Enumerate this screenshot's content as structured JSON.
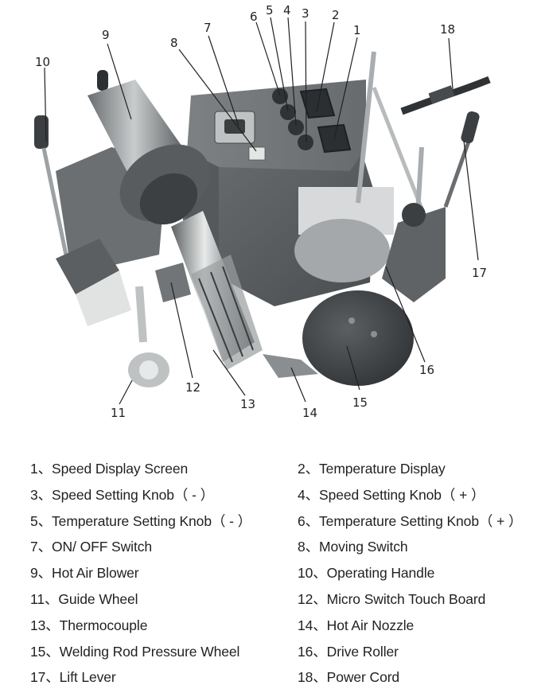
{
  "figure": {
    "subject": "Hot air plastic welding machine",
    "callouts": [
      "1",
      "2",
      "3",
      "4",
      "5",
      "6",
      "7",
      "8",
      "9",
      "10",
      "11",
      "12",
      "13",
      "14",
      "15",
      "16",
      "17",
      "18"
    ]
  },
  "legend": {
    "separator": "、",
    "items": [
      {
        "number": "1",
        "label": "Speed Display Screen"
      },
      {
        "number": "2",
        "label": "Temperature Display"
      },
      {
        "number": "3",
        "label": "Speed Setting Knob（ - ）"
      },
      {
        "number": "4",
        "label": "Speed Setting Knob（ + ）"
      },
      {
        "number": "5",
        "label": "Temperature Setting Knob（ - ）"
      },
      {
        "number": "6",
        "label": "Temperature Setting Knob（ + ）"
      },
      {
        "number": "7",
        "label": "ON/ OFF Switch"
      },
      {
        "number": "8",
        "label": "Moving Switch"
      },
      {
        "number": "9",
        "label": "Hot Air Blower"
      },
      {
        "number": "10",
        "label": "Operating Handle"
      },
      {
        "number": "11",
        "label": "Guide Wheel"
      },
      {
        "number": "12",
        "label": "Micro Switch Touch Board"
      },
      {
        "number": "13",
        "label": "Thermocouple"
      },
      {
        "number": "14",
        "label": "Hot Air Nozzle"
      },
      {
        "number": "15",
        "label": "Welding Rod Pressure  Wheel"
      },
      {
        "number": "16",
        "label": "Drive Roller"
      },
      {
        "number": "17",
        "label": "Lift Lever"
      },
      {
        "number": "18",
        "label": "Power Cord"
      }
    ]
  },
  "legend_text": {
    "l1": "1、Speed Display Screen",
    "l2": "2、Temperature Display",
    "l3": "3、Speed Setting Knob（ - ）",
    "l4": "4、Speed Setting Knob（ + ）",
    "l5": "5、Temperature Setting Knob（ - ）",
    "l6": "6、Temperature Setting Knob（ + ）",
    "l7": "7、ON/ OFF Switch",
    "l8": "8、Moving Switch",
    "l9": "9、Hot Air Blower",
    "l10": "10、Operating Handle",
    "l11": "11、Guide Wheel",
    "l12": "12、Micro Switch Touch Board",
    "l13": "13、Thermocouple",
    "l14": "14、Hot Air Nozzle",
    "l15": "15、Welding Rod Pressure  Wheel",
    "l16": "16、Drive Roller",
    "l17": "17、Lift Lever",
    "l18": "18、Power Cord"
  }
}
